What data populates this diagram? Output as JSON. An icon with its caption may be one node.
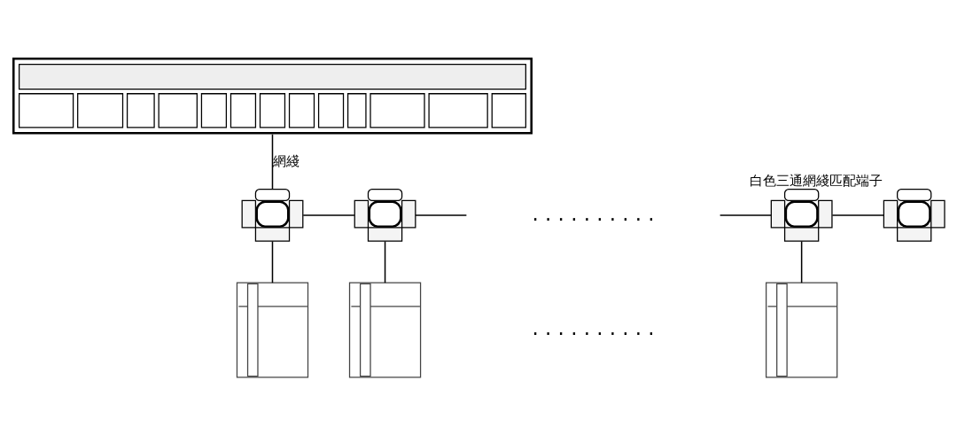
{
  "diagram": {
    "nodes": [
      {
        "text": [],
        "shape": "picture"
      },
      {
        "text": [],
        "shape": "picture"
      },
      {
        "text": [],
        "shape": "picture"
      },
      {
        "text": [],
        "shape": "picture"
      },
      {
        "text": [],
        "shape": "picture",
        "beside": [
          "白色三通網綫匹配端子"
        ]
      },
      {
        "text": [],
        "shape": "picture"
      },
      {
        "text": [],
        "shape": "picture"
      },
      {
        "text": [],
        "shape": "picture"
      }
    ],
    "edges": [
      {
        "from": 0,
        "to": 1,
        "arrow": "none",
        "label": "網綫"
      },
      {
        "from": 1,
        "to": 2,
        "arrow": "none"
      },
      {
        "from": 2,
        "to": null,
        "arrow": "none"
      },
      {
        "from": null,
        "to": 3,
        "arrow": "none"
      },
      {
        "from": 3,
        "to": 4,
        "arrow": "none"
      },
      {
        "from": 1,
        "to": 5,
        "arrow": "none"
      },
      {
        "from": 2,
        "to": 6,
        "arrow": "none"
      },
      {
        "from": 3,
        "to": 7,
        "arrow": "none"
      }
    ],
    "labels": [
      ". . . . . . . . . .",
      ". . . . . . . . . ."
    ]
  }
}
